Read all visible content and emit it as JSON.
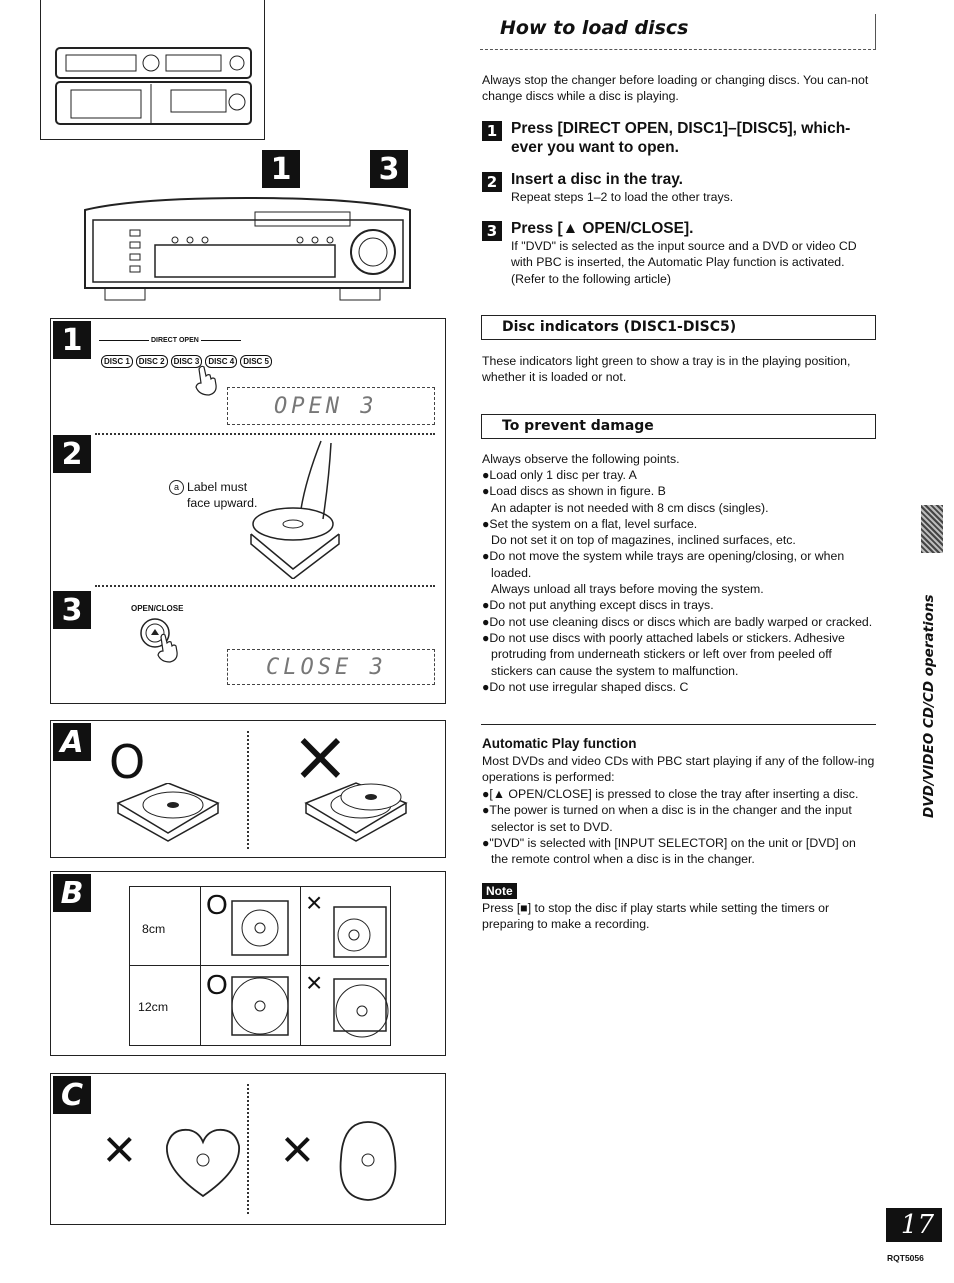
{
  "header": {
    "title": "How to load discs"
  },
  "intro": "Always stop the changer before loading or changing discs. You can-not change discs while a disc is playing.",
  "steps": [
    {
      "num": "1",
      "text": "Press [DIRECT OPEN, DISC1]–[DISC5], which-ever you want to open.",
      "sub": ""
    },
    {
      "num": "2",
      "text": "Insert a disc in the tray.",
      "sub": "Repeat steps 1–2 to load the other trays."
    },
    {
      "num": "3",
      "text": "Press [▲ OPEN/CLOSE].",
      "sub": "If \"DVD\" is selected as the input source and a DVD or video CD with PBC is inserted, the Automatic Play function is activated. (Refer to the following article)"
    }
  ],
  "disc_indicators": {
    "heading": "Disc indicators (DISC1-DISC5)",
    "text": "These indicators light green to show a tray is in the playing position, whether it is loaded or not."
  },
  "prevent_damage": {
    "heading": "To prevent damage",
    "intro": "Always observe the following points.",
    "items": [
      "●Load only 1 disc per tray. A",
      "●Load discs as shown in figure. B",
      "An adapter is not needed with 8 cm discs (singles).",
      "●Set the system on a flat, level surface.",
      "Do not set it on top of magazines, inclined surfaces, etc.",
      "●Do not move the system while trays are opening/closing, or when loaded.",
      "Always unload all trays before moving the system.",
      "●Do not put anything except discs in trays.",
      "●Do not use cleaning discs or discs which are badly warped or cracked.",
      "●Do not use discs with poorly attached labels or stickers. Adhesive protruding from underneath stickers or left over from peeled off stickers can cause the system to malfunction.",
      "●Do not use irregular shaped discs. C"
    ]
  },
  "auto_play": {
    "heading": "Automatic Play function",
    "intro": "Most DVDs and video CDs with PBC start playing if any of the follow-ing operations is performed:",
    "items": [
      "●[▲ OPEN/CLOSE] is pressed to close the tray after inserting a disc.",
      "●The power is turned on when a disc is in the changer and the input selector is set to DVD.",
      "●\"DVD\" is selected with [INPUT SELECTOR] on the unit or [DVD] on the remote control when a disc is in the changer."
    ]
  },
  "note": {
    "label": "Note",
    "text": "Press [■] to stop the disc if play starts while setting the timers or preparing to make a recording."
  },
  "sidebar_text": "DVD/VIDEO CD/CD operations",
  "page_number": "17",
  "doc_code": "RQT5056",
  "figure": {
    "step_badges": [
      "1",
      "3"
    ],
    "panel1": {
      "badge": "1",
      "label": "DIRECT OPEN",
      "buttons": [
        "DISC 1",
        "DISC 2",
        "DISC 3",
        "DISC 4",
        "DISC 5"
      ],
      "display": "OPEN 3"
    },
    "panel2": {
      "badge": "2",
      "marker": "a",
      "label": "Label must face upward."
    },
    "panel3": {
      "badge": "3",
      "label": "OPEN/CLOSE",
      "display": "CLOSE 3"
    },
    "panelA": {
      "badge": "A",
      "ok": "O",
      "ng": "×"
    },
    "panelB": {
      "badge": "B",
      "rows": [
        "8cm",
        "12cm"
      ],
      "ok": "O",
      "ng": "×"
    },
    "panelC": {
      "badge": "C",
      "ng": "×"
    }
  }
}
